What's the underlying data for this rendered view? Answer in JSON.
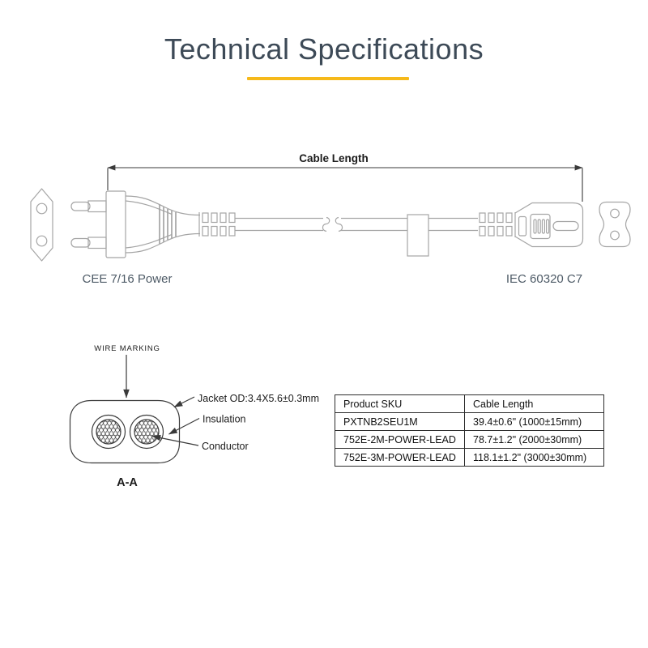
{
  "page": {
    "title": "Technical Specifications"
  },
  "colors": {
    "accent_underline": "#f6b91a",
    "title_text": "#3d4a57",
    "drawing_line_light": "#a5a5a5",
    "drawing_line_dark": "#3a3a3a",
    "table_border": "#2c2c2c"
  },
  "diagram": {
    "dimension_label": "Cable Length",
    "left_connector_label": "CEE 7/16 Power",
    "right_connector_label": "IEC 60320 C7"
  },
  "cross_section": {
    "wire_marking_label": "WIRE MARKING",
    "jacket_label": "Jacket OD:3.4X5.6±0.3mm",
    "insulation_label": "Insulation",
    "conductor_label": "Conductor",
    "section_label": "A-A"
  },
  "table": {
    "columns": [
      "Product SKU",
      "Cable Length"
    ],
    "rows": [
      {
        "sku": "PXTNB2SEU1M",
        "length": "39.4±0.6\" (1000±15mm)"
      },
      {
        "sku": "752E-2M-POWER-LEAD",
        "length": "78.7±1.2\" (2000±30mm)"
      },
      {
        "sku": "752E-3M-POWER-LEAD",
        "length": "118.1±1.2\" (3000±30mm)"
      }
    ]
  }
}
